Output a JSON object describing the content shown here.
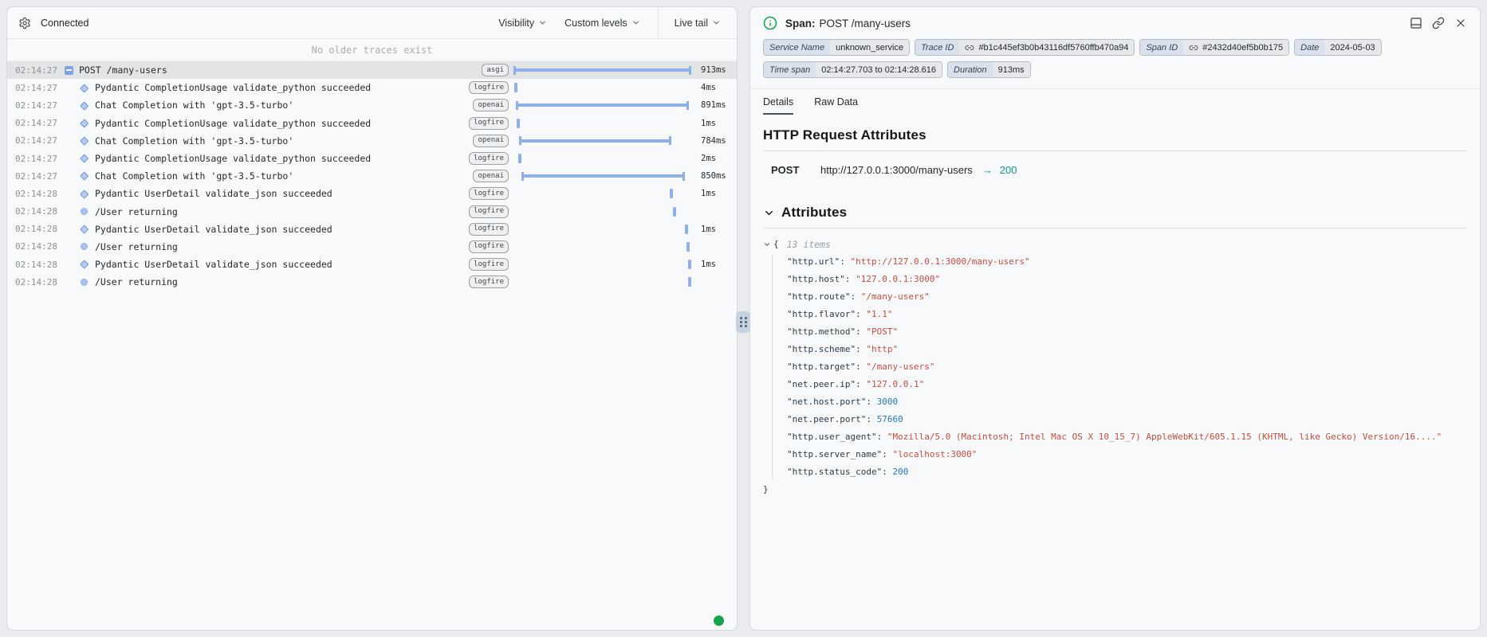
{
  "left_panel": {
    "header": {
      "status": "Connected",
      "visibility": "Visibility",
      "custom_levels": "Custom levels",
      "live_tail": "Live tail"
    },
    "empty_notice": "No older traces exist",
    "rows": [
      {
        "time": "02:14:27",
        "icon": "minus-square",
        "indent": 0,
        "message": "POST /many-users",
        "badge": "asgi",
        "duration": "913ms",
        "selected": true,
        "bar": {
          "kind": "span",
          "start_pct": 0,
          "end_pct": 100
        }
      },
      {
        "time": "02:14:27",
        "icon": "diamond",
        "indent": 1,
        "message": "Pydantic CompletionUsage validate_python succeeded",
        "badge": "logfire",
        "duration": "4ms",
        "bar": {
          "kind": "tick",
          "start_pct": 0.5
        }
      },
      {
        "time": "02:14:27",
        "icon": "diamond",
        "indent": 1,
        "message": "Chat Completion with 'gpt-3.5-turbo'",
        "badge": "openai",
        "duration": "891ms",
        "bar": {
          "kind": "span",
          "start_pct": 1.5,
          "end_pct": 98.5
        }
      },
      {
        "time": "02:14:27",
        "icon": "diamond",
        "indent": 1,
        "message": "Pydantic CompletionUsage validate_python succeeded",
        "badge": "logfire",
        "duration": "1ms",
        "bar": {
          "kind": "tick",
          "start_pct": 1.8
        }
      },
      {
        "time": "02:14:27",
        "icon": "diamond",
        "indent": 1,
        "message": "Chat Completion with 'gpt-3.5-turbo'",
        "badge": "openai",
        "duration": "784ms",
        "bar": {
          "kind": "span",
          "start_pct": 3,
          "end_pct": 89
        }
      },
      {
        "time": "02:14:27",
        "icon": "diamond",
        "indent": 1,
        "message": "Pydantic CompletionUsage validate_python succeeded",
        "badge": "logfire",
        "duration": "2ms",
        "bar": {
          "kind": "tick",
          "start_pct": 2.8
        }
      },
      {
        "time": "02:14:27",
        "icon": "diamond",
        "indent": 1,
        "message": "Chat Completion with 'gpt-3.5-turbo'",
        "badge": "openai",
        "duration": "850ms",
        "bar": {
          "kind": "span",
          "start_pct": 4.5,
          "end_pct": 96.5
        }
      },
      {
        "time": "02:14:28",
        "icon": "diamond",
        "indent": 1,
        "message": "Pydantic UserDetail validate_json succeeded",
        "badge": "logfire",
        "duration": "1ms",
        "bar": {
          "kind": "tick",
          "start_pct": 88
        }
      },
      {
        "time": "02:14:28",
        "icon": "circle",
        "indent": 1,
        "message": "/User returning",
        "badge": "logfire",
        "duration": "",
        "bar": {
          "kind": "tick",
          "start_pct": 89.5
        }
      },
      {
        "time": "02:14:28",
        "icon": "diamond",
        "indent": 1,
        "message": "Pydantic UserDetail validate_json succeeded",
        "badge": "logfire",
        "duration": "1ms",
        "bar": {
          "kind": "tick",
          "start_pct": 96.5
        }
      },
      {
        "time": "02:14:28",
        "icon": "circle",
        "indent": 1,
        "message": "/User returning",
        "badge": "logfire",
        "duration": "",
        "bar": {
          "kind": "tick",
          "start_pct": 97.5
        }
      },
      {
        "time": "02:14:28",
        "icon": "diamond",
        "indent": 1,
        "message": "Pydantic UserDetail validate_json succeeded",
        "badge": "logfire",
        "duration": "1ms",
        "bar": {
          "kind": "tick",
          "start_pct": 99.5
        }
      },
      {
        "time": "02:14:28",
        "icon": "circle",
        "indent": 1,
        "message": "/User returning",
        "badge": "logfire",
        "duration": "",
        "bar": {
          "kind": "tick",
          "start_pct": 100
        }
      }
    ]
  },
  "right_panel": {
    "kind_label": "Span:",
    "title": "POST /many-users",
    "meta_badges": [
      {
        "label": "Service Name",
        "value": "unknown_service",
        "link": false
      },
      {
        "label": "Trace ID",
        "value": "#b1c445ef3b0b43116df5760ffb470a94",
        "link": true
      },
      {
        "label": "Span ID",
        "value": "#2432d40ef5b0b175",
        "link": true
      },
      {
        "label": "Date",
        "value": "2024-05-03",
        "link": false
      },
      {
        "label": "Time span",
        "value": "02:14:27.703 to 02:14:28.616",
        "link": false
      },
      {
        "label": "Duration",
        "value": "913ms",
        "link": false
      }
    ],
    "tabs": {
      "details": "Details",
      "raw_data": "Raw Data"
    },
    "http_section": {
      "title": "HTTP Request Attributes",
      "method": "POST",
      "url": "http://127.0.0.1:3000/many-users",
      "arrow": "→",
      "status_code": "200"
    },
    "attributes_section": {
      "title": "Attributes",
      "items_count_label": "13 items",
      "open_brace": "{",
      "close_brace": "}",
      "entries": [
        {
          "key": "http.url",
          "value": "http://127.0.0.1:3000/many-users",
          "type": "string"
        },
        {
          "key": "http.host",
          "value": "127.0.0.1:3000",
          "type": "string"
        },
        {
          "key": "http.route",
          "value": "/many-users",
          "type": "string"
        },
        {
          "key": "http.flavor",
          "value": "1.1",
          "type": "string"
        },
        {
          "key": "http.method",
          "value": "POST",
          "type": "string"
        },
        {
          "key": "http.scheme",
          "value": "http",
          "type": "string"
        },
        {
          "key": "http.target",
          "value": "/many-users",
          "type": "string"
        },
        {
          "key": "net.peer.ip",
          "value": "127.0.0.1",
          "type": "string"
        },
        {
          "key": "net.host.port",
          "value": "3000",
          "type": "number"
        },
        {
          "key": "net.peer.port",
          "value": "57660",
          "type": "number"
        },
        {
          "key": "http.user_agent",
          "value": "Mozilla/5.0 (Macintosh; Intel Mac OS X 10_15_7) AppleWebKit/605.1.15 (KHTML, like Gecko) Version/16....",
          "type": "string"
        },
        {
          "key": "http.server_name",
          "value": "localhost:3000",
          "type": "string"
        },
        {
          "key": "http.status_code",
          "value": "200",
          "type": "number"
        }
      ]
    }
  },
  "colors": {
    "bar_blue": "#8fafe9",
    "success_green": "#17a34a",
    "status_teal": "#0e948a",
    "json_string_red": "#c24f41",
    "json_number_blue": "#2878b8"
  }
}
